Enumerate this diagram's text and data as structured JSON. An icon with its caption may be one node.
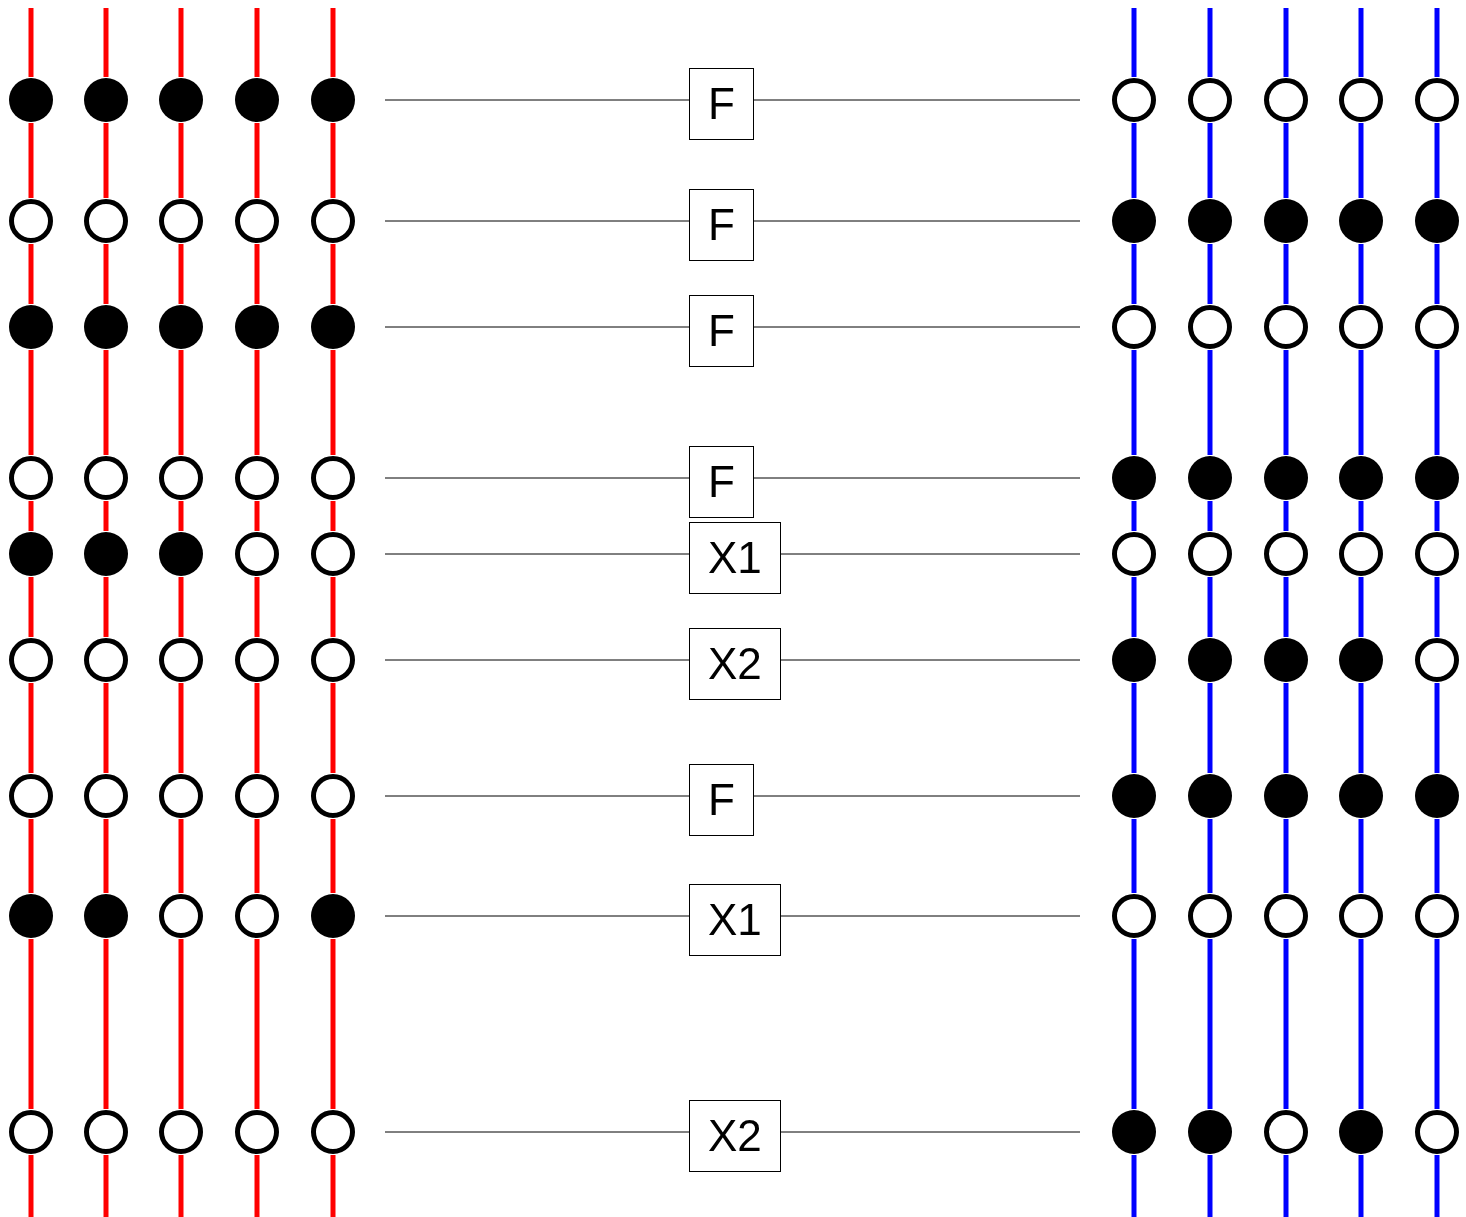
{
  "diagram": {
    "nodes": [
      {
        "text": [],
        "shape": "dot"
      },
      {
        "text": [],
        "shape": "dot"
      },
      {
        "text": [],
        "shape": "dot"
      },
      {
        "text": [],
        "shape": "dot"
      },
      {
        "text": [],
        "shape": "dot"
      },
      {
        "text": [
          "F"
        ]
      },
      {
        "text": [],
        "shape": "circle"
      },
      {
        "text": [],
        "shape": "circle"
      },
      {
        "text": [],
        "shape": "circle"
      },
      {
        "text": [],
        "shape": "circle"
      },
      {
        "text": [],
        "shape": "circle"
      },
      {
        "text": [],
        "shape": "circle"
      },
      {
        "text": [],
        "shape": "circle"
      },
      {
        "text": [],
        "shape": "circle"
      },
      {
        "text": [],
        "shape": "circle"
      },
      {
        "text": [],
        "shape": "circle"
      },
      {
        "text": [
          "F"
        ]
      },
      {
        "text": [],
        "shape": "dot"
      },
      {
        "text": [],
        "shape": "dot"
      },
      {
        "text": [],
        "shape": "dot"
      },
      {
        "text": [],
        "shape": "dot"
      },
      {
        "text": [],
        "shape": "dot"
      },
      {
        "text": [],
        "shape": "dot"
      },
      {
        "text": [],
        "shape": "dot"
      },
      {
        "text": [],
        "shape": "dot"
      },
      {
        "text": [],
        "shape": "dot"
      },
      {
        "text": [],
        "shape": "dot"
      },
      {
        "text": [
          "F"
        ]
      },
      {
        "text": [],
        "shape": "circle"
      },
      {
        "text": [],
        "shape": "circle"
      },
      {
        "text": [],
        "shape": "circle"
      },
      {
        "text": [],
        "shape": "circle"
      },
      {
        "text": [],
        "shape": "circle"
      },
      {
        "text": [],
        "shape": "circle"
      },
      {
        "text": [],
        "shape": "circle"
      },
      {
        "text": [],
        "shape": "circle"
      },
      {
        "text": [],
        "shape": "circle"
      },
      {
        "text": [],
        "shape": "circle"
      },
      {
        "text": [
          "F"
        ]
      },
      {
        "text": [],
        "shape": "dot"
      },
      {
        "text": [],
        "shape": "dot"
      },
      {
        "text": [],
        "shape": "dot"
      },
      {
        "text": [],
        "shape": "dot"
      },
      {
        "text": [],
        "shape": "dot"
      },
      {
        "text": [],
        "shape": "dot"
      },
      {
        "text": [],
        "shape": "dot"
      },
      {
        "text": [],
        "shape": "dot"
      },
      {
        "text": [],
        "shape": "circle"
      },
      {
        "text": [],
        "shape": "circle"
      },
      {
        "text": [
          "X1"
        ]
      },
      {
        "text": [],
        "shape": "circle"
      },
      {
        "text": [],
        "shape": "circle"
      },
      {
        "text": [],
        "shape": "circle"
      },
      {
        "text": [],
        "shape": "circle"
      },
      {
        "text": [],
        "shape": "circle"
      },
      {
        "text": [],
        "shape": "circle"
      },
      {
        "text": [],
        "shape": "circle"
      },
      {
        "text": [],
        "shape": "circle"
      },
      {
        "text": [],
        "shape": "circle"
      },
      {
        "text": [],
        "shape": "circle"
      },
      {
        "text": [
          "X2"
        ]
      },
      {
        "text": [],
        "shape": "dot"
      },
      {
        "text": [],
        "shape": "dot"
      },
      {
        "text": [],
        "shape": "dot"
      },
      {
        "text": [],
        "shape": "dot"
      },
      {
        "text": [],
        "shape": "circle"
      },
      {
        "text": [],
        "shape": "circle"
      },
      {
        "text": [],
        "shape": "circle"
      },
      {
        "text": [],
        "shape": "circle"
      },
      {
        "text": [],
        "shape": "circle"
      },
      {
        "text": [],
        "shape": "circle"
      },
      {
        "text": [
          "F"
        ]
      },
      {
        "text": [],
        "shape": "dot"
      },
      {
        "text": [],
        "shape": "dot"
      },
      {
        "text": [],
        "shape": "dot"
      },
      {
        "text": [],
        "shape": "dot"
      },
      {
        "text": [],
        "shape": "dot"
      },
      {
        "text": [],
        "shape": "dot"
      },
      {
        "text": [],
        "shape": "dot"
      },
      {
        "text": [],
        "shape": "circle"
      },
      {
        "text": [],
        "shape": "circle"
      },
      {
        "text": [],
        "shape": "dot"
      },
      {
        "text": [
          "X1"
        ]
      },
      {
        "text": [],
        "shape": "circle"
      },
      {
        "text": [],
        "shape": "circle"
      },
      {
        "text": [],
        "shape": "circle"
      },
      {
        "text": [],
        "shape": "circle"
      },
      {
        "text": [],
        "shape": "circle"
      },
      {
        "text": [],
        "shape": "circle"
      },
      {
        "text": [],
        "shape": "circle"
      },
      {
        "text": [],
        "shape": "circle"
      },
      {
        "text": [],
        "shape": "circle"
      },
      {
        "text": [],
        "shape": "circle"
      },
      {
        "text": [
          "X2"
        ]
      },
      {
        "text": [],
        "shape": "dot"
      },
      {
        "text": [],
        "shape": "dot"
      },
      {
        "text": [],
        "shape": "circle"
      },
      {
        "text": [],
        "shape": "dot"
      },
      {
        "text": [],
        "shape": "circle"
      }
    ],
    "edges": [
      {
        "from": null,
        "to": 5,
        "arrow": "none",
        "color": "#000000"
      },
      {
        "from": 5,
        "to": null,
        "arrow": "none",
        "color": "#000000"
      },
      {
        "from": null,
        "to": 16,
        "arrow": "none",
        "color": "#000000"
      },
      {
        "from": 16,
        "to": null,
        "arrow": "none",
        "color": "#000000"
      },
      {
        "from": null,
        "to": 27,
        "arrow": "none",
        "color": "#000000"
      },
      {
        "from": 27,
        "to": null,
        "arrow": "none",
        "color": "#000000"
      },
      {
        "from": null,
        "to": 38,
        "arrow": "none",
        "color": "#000000"
      },
      {
        "from": 38,
        "to": null,
        "arrow": "none",
        "color": "#000000"
      },
      {
        "from": null,
        "to": 49,
        "arrow": "none",
        "color": "#000000"
      },
      {
        "from": 49,
        "to": null,
        "arrow": "none",
        "color": "#000000"
      },
      {
        "from": null,
        "to": 60,
        "arrow": "none",
        "color": "#000000"
      },
      {
        "from": 60,
        "to": null,
        "arrow": "none",
        "color": "#000000"
      },
      {
        "from": null,
        "to": 71,
        "arrow": "none",
        "color": "#000000"
      },
      {
        "from": 71,
        "to": null,
        "arrow": "none",
        "color": "#000000"
      },
      {
        "from": null,
        "to": 82,
        "arrow": "none",
        "color": "#000000"
      },
      {
        "from": 82,
        "to": null,
        "arrow": "none",
        "color": "#000000"
      },
      {
        "from": null,
        "to": 93,
        "arrow": "none",
        "color": "#000000"
      },
      {
        "from": 93,
        "to": null,
        "arrow": "none",
        "color": "#000000"
      },
      {
        "from": null,
        "to": 0,
        "arrow": "none",
        "color": "#ff0000"
      },
      {
        "from": 0,
        "to": 11,
        "arrow": "none",
        "color": "#ff0000"
      },
      {
        "from": 11,
        "to": 22,
        "arrow": "none",
        "color": "#ff0000"
      },
      {
        "from": 22,
        "to": 33,
        "arrow": "none",
        "color": "#ff0000"
      },
      {
        "from": 33,
        "to": 44,
        "arrow": "none",
        "color": "#ff0000"
      },
      {
        "from": 44,
        "to": 55,
        "arrow": "none",
        "color": "#ff0000"
      },
      {
        "from": 55,
        "to": 66,
        "arrow": "none",
        "color": "#ff0000"
      },
      {
        "from": 66,
        "to": 77,
        "arrow": "none",
        "color": "#ff0000"
      },
      {
        "from": 77,
        "to": 88,
        "arrow": "none",
        "color": "#ff0000"
      },
      {
        "from": 88,
        "to": null,
        "arrow": "none",
        "color": "#ff0000"
      },
      {
        "from": null,
        "to": 1,
        "arrow": "none",
        "color": "#ff0000"
      },
      {
        "from": 1,
        "to": 12,
        "arrow": "none",
        "color": "#ff0000"
      },
      {
        "from": 12,
        "to": 23,
        "arrow": "none",
        "color": "#ff0000"
      },
      {
        "from": 23,
        "to": 34,
        "arrow": "none",
        "color": "#ff0000"
      },
      {
        "from": 34,
        "to": 45,
        "arrow": "none",
        "color": "#ff0000"
      },
      {
        "from": 45,
        "to": 56,
        "arrow": "none",
        "color": "#ff0000"
      },
      {
        "from": 56,
        "to": 67,
        "arrow": "none",
        "color": "#ff0000"
      },
      {
        "from": 67,
        "to": 78,
        "arrow": "none",
        "color": "#ff0000"
      },
      {
        "from": 78,
        "to": 89,
        "arrow": "none",
        "color": "#ff0000"
      },
      {
        "from": 89,
        "to": null,
        "arrow": "none",
        "color": "#ff0000"
      },
      {
        "from": null,
        "to": 2,
        "arrow": "none",
        "color": "#ff0000"
      },
      {
        "from": 2,
        "to": 13,
        "arrow": "none",
        "color": "#ff0000"
      },
      {
        "from": 13,
        "to": 24,
        "arrow": "none",
        "color": "#ff0000"
      },
      {
        "from": 24,
        "to": 35,
        "arrow": "none",
        "color": "#ff0000"
      },
      {
        "from": 35,
        "to": 46,
        "arrow": "none",
        "color": "#ff0000"
      },
      {
        "from": 46,
        "to": 57,
        "arrow": "none",
        "color": "#ff0000"
      },
      {
        "from": 57,
        "to": 68,
        "arrow": "none",
        "color": "#ff0000"
      },
      {
        "from": 68,
        "to": 79,
        "arrow": "none",
        "color": "#ff0000"
      },
      {
        "from": 79,
        "to": 90,
        "arrow": "none",
        "color": "#ff0000"
      },
      {
        "from": 90,
        "to": null,
        "arrow": "none",
        "color": "#ff0000"
      },
      {
        "from": null,
        "to": 3,
        "arrow": "none",
        "color": "#ff0000"
      },
      {
        "from": 3,
        "to": 14,
        "arrow": "none",
        "color": "#ff0000"
      },
      {
        "from": 14,
        "to": 25,
        "arrow": "none",
        "color": "#ff0000"
      },
      {
        "from": 25,
        "to": 36,
        "arrow": "none",
        "color": "#ff0000"
      },
      {
        "from": 36,
        "to": 47,
        "arrow": "none",
        "color": "#ff0000"
      },
      {
        "from": 47,
        "to": 58,
        "arrow": "none",
        "color": "#ff0000"
      },
      {
        "from": 58,
        "to": 69,
        "arrow": "none",
        "color": "#ff0000"
      },
      {
        "from": 69,
        "to": 80,
        "arrow": "none",
        "color": "#ff0000"
      },
      {
        "from": 80,
        "to": 91,
        "arrow": "none",
        "color": "#ff0000"
      },
      {
        "from": 91,
        "to": null,
        "arrow": "none",
        "color": "#ff0000"
      },
      {
        "from": null,
        "to": 4,
        "arrow": "none",
        "color": "#ff0000"
      },
      {
        "from": 4,
        "to": 15,
        "arrow": "none",
        "color": "#ff0000"
      },
      {
        "from": 15,
        "to": 26,
        "arrow": "none",
        "color": "#ff0000"
      },
      {
        "from": 26,
        "to": 37,
        "arrow": "none",
        "color": "#ff0000"
      },
      {
        "from": 37,
        "to": 48,
        "arrow": "none",
        "color": "#ff0000"
      },
      {
        "from": 48,
        "to": 59,
        "arrow": "none",
        "color": "#ff0000"
      },
      {
        "from": 59,
        "to": 70,
        "arrow": "none",
        "color": "#ff0000"
      },
      {
        "from": 70,
        "to": 81,
        "arrow": "none",
        "color": "#ff0000"
      },
      {
        "from": 81,
        "to": 92,
        "arrow": "none",
        "color": "#ff0000"
      },
      {
        "from": 92,
        "to": null,
        "arrow": "none",
        "color": "#ff0000"
      },
      {
        "from": null,
        "to": 6,
        "arrow": "none",
        "color": "#0000ff"
      },
      {
        "from": 6,
        "to": 17,
        "arrow": "none",
        "color": "#0000ff"
      },
      {
        "from": 17,
        "to": 28,
        "arrow": "none",
        "color": "#0000ff"
      },
      {
        "from": 28,
        "to": 39,
        "arrow": "none",
        "color": "#0000ff"
      },
      {
        "from": 39,
        "to": 50,
        "arrow": "none",
        "color": "#0000ff"
      },
      {
        "from": 50,
        "to": 61,
        "arrow": "none",
        "color": "#0000ff"
      },
      {
        "from": 61,
        "to": 72,
        "arrow": "none",
        "color": "#0000ff"
      },
      {
        "from": 72,
        "to": 83,
        "arrow": "none",
        "color": "#0000ff"
      },
      {
        "from": 83,
        "to": 94,
        "arrow": "none",
        "color": "#0000ff"
      },
      {
        "from": 94,
        "to": null,
        "arrow": "none",
        "color": "#0000ff"
      },
      {
        "from": null,
        "to": 7,
        "arrow": "none",
        "color": "#0000ff"
      },
      {
        "from": 7,
        "to": 18,
        "arrow": "none",
        "color": "#0000ff"
      },
      {
        "from": 18,
        "to": 29,
        "arrow": "none",
        "color": "#0000ff"
      },
      {
        "from": 29,
        "to": 40,
        "arrow": "none",
        "color": "#0000ff"
      },
      {
        "from": 40,
        "to": 51,
        "arrow": "none",
        "color": "#0000ff"
      },
      {
        "from": 51,
        "to": 62,
        "arrow": "none",
        "color": "#0000ff"
      },
      {
        "from": 62,
        "to": 73,
        "arrow": "none",
        "color": "#0000ff"
      },
      {
        "from": 73,
        "to": 84,
        "arrow": "none",
        "color": "#0000ff"
      },
      {
        "from": 84,
        "to": 95,
        "arrow": "none",
        "color": "#0000ff"
      },
      {
        "from": 95,
        "to": null,
        "arrow": "none",
        "color": "#0000ff"
      },
      {
        "from": null,
        "to": 8,
        "arrow": "none",
        "color": "#0000ff"
      },
      {
        "from": 8,
        "to": 19,
        "arrow": "none",
        "color": "#0000ff"
      },
      {
        "from": 19,
        "to": 30,
        "arrow": "none",
        "color": "#0000ff"
      },
      {
        "from": 30,
        "to": 41,
        "arrow": "none",
        "color": "#0000ff"
      },
      {
        "from": 41,
        "to": 52,
        "arrow": "none",
        "color": "#0000ff"
      },
      {
        "from": 52,
        "to": 63,
        "arrow": "none",
        "color": "#0000ff"
      },
      {
        "from": 63,
        "to": 74,
        "arrow": "none",
        "color": "#0000ff"
      },
      {
        "from": 74,
        "to": 85,
        "arrow": "none",
        "color": "#0000ff"
      },
      {
        "from": 85,
        "to": 96,
        "arrow": "none",
        "color": "#0000ff"
      },
      {
        "from": 96,
        "to": null,
        "arrow": "none",
        "color": "#0000ff"
      },
      {
        "from": null,
        "to": 9,
        "arrow": "none",
        "color": "#0000ff"
      },
      {
        "from": 9,
        "to": 20,
        "arrow": "none",
        "color": "#0000ff"
      },
      {
        "from": 20,
        "to": 31,
        "arrow": "none",
        "color": "#0000ff"
      },
      {
        "from": 31,
        "to": 42,
        "arrow": "none",
        "color": "#0000ff"
      },
      {
        "from": 42,
        "to": 53,
        "arrow": "none",
        "color": "#0000ff"
      },
      {
        "from": 53,
        "to": 64,
        "arrow": "none",
        "color": "#0000ff"
      },
      {
        "from": 64,
        "to": 75,
        "arrow": "none",
        "color": "#0000ff"
      },
      {
        "from": 75,
        "to": 86,
        "arrow": "none",
        "color": "#0000ff"
      },
      {
        "from": 86,
        "to": 97,
        "arrow": "none",
        "color": "#0000ff"
      },
      {
        "from": 97,
        "to": null,
        "arrow": "none",
        "color": "#0000ff"
      },
      {
        "from": null,
        "to": 10,
        "arrow": "none",
        "color": "#0000ff"
      },
      {
        "from": 10,
        "to": 21,
        "arrow": "none",
        "color": "#0000ff"
      },
      {
        "from": 21,
        "to": 32,
        "arrow": "none",
        "color": "#0000ff"
      },
      {
        "from": 32,
        "to": 43,
        "arrow": "none",
        "color": "#0000ff"
      },
      {
        "from": 43,
        "to": 54,
        "arrow": "none",
        "color": "#0000ff"
      },
      {
        "from": 54,
        "to": 65,
        "arrow": "none",
        "color": "#0000ff"
      },
      {
        "from": 65,
        "to": 76,
        "arrow": "none",
        "color": "#0000ff"
      },
      {
        "from": 76,
        "to": 87,
        "arrow": "none",
        "color": "#0000ff"
      },
      {
        "from": 87,
        "to": 98,
        "arrow": "none",
        "color": "#0000ff"
      },
      {
        "from": 98,
        "to": null,
        "arrow": "none",
        "color": "#0000ff"
      }
    ]
  }
}
